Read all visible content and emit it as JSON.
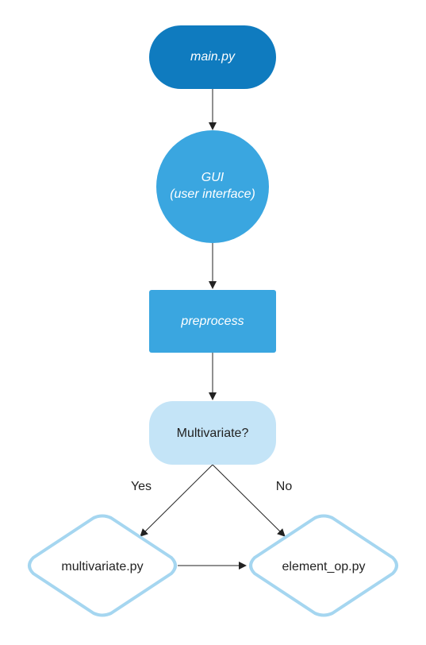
{
  "nodes": {
    "main": {
      "label": "main.py"
    },
    "gui": {
      "line1": "GUI",
      "line2": "(user interface)"
    },
    "preprocess": {
      "label": "preprocess"
    },
    "decision": {
      "label": "Multivariate?"
    },
    "multivariate": {
      "label": "multivariate.py"
    },
    "element_op": {
      "label": "element_op.py"
    }
  },
  "edges": {
    "yes_label": "Yes",
    "no_label": "No"
  },
  "colors": {
    "main_fill": "#0f7bbf",
    "gui_fill": "#3aa6e0",
    "preprocess_fill": "#3aa6e0",
    "decision_fill": "#c4e4f7",
    "diamond_stroke": "#a5d6f0",
    "arrow": "#222222"
  }
}
